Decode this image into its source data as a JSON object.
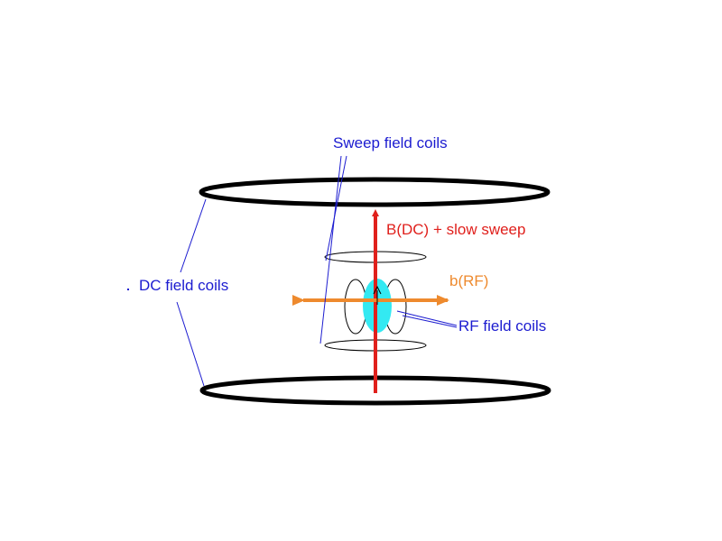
{
  "labels": {
    "sweep_coils": "Sweep field coils",
    "b_dc": "B(DC) + slow sweep",
    "b_rf": "b(RF)",
    "dc_coils": "DC field coils",
    "rf_coils": "RF field coils"
  },
  "colors": {
    "background": "#ffffff",
    "coil_outline": "#000000",
    "dc_field_arrow": "#e0201c",
    "rf_field_arrow": "#ee8a2e",
    "sample": "#33e9f2",
    "label_blue": "#1c1cd0",
    "label_red": "#e0201c",
    "label_orange": "#ee8a2e"
  }
}
